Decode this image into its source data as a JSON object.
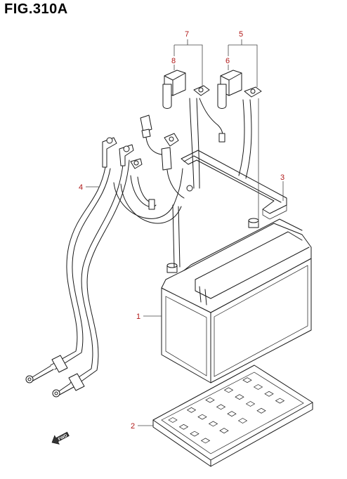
{
  "figure": {
    "title": "FIG.310A"
  },
  "callouts": [
    {
      "id": "1",
      "label": "1"
    },
    {
      "id": "2",
      "label": "2"
    },
    {
      "id": "3",
      "label": "3"
    },
    {
      "id": "4",
      "label": "4"
    },
    {
      "id": "5",
      "label": "5"
    },
    {
      "id": "6",
      "label": "6"
    },
    {
      "id": "7",
      "label": "7"
    },
    {
      "id": "8",
      "label": "8"
    }
  ],
  "direction_marker": {
    "label": "FWD",
    "icon": "fwd-arrow-icon"
  },
  "colors": {
    "callout": "#b01818",
    "line": "#1a1a1a"
  }
}
